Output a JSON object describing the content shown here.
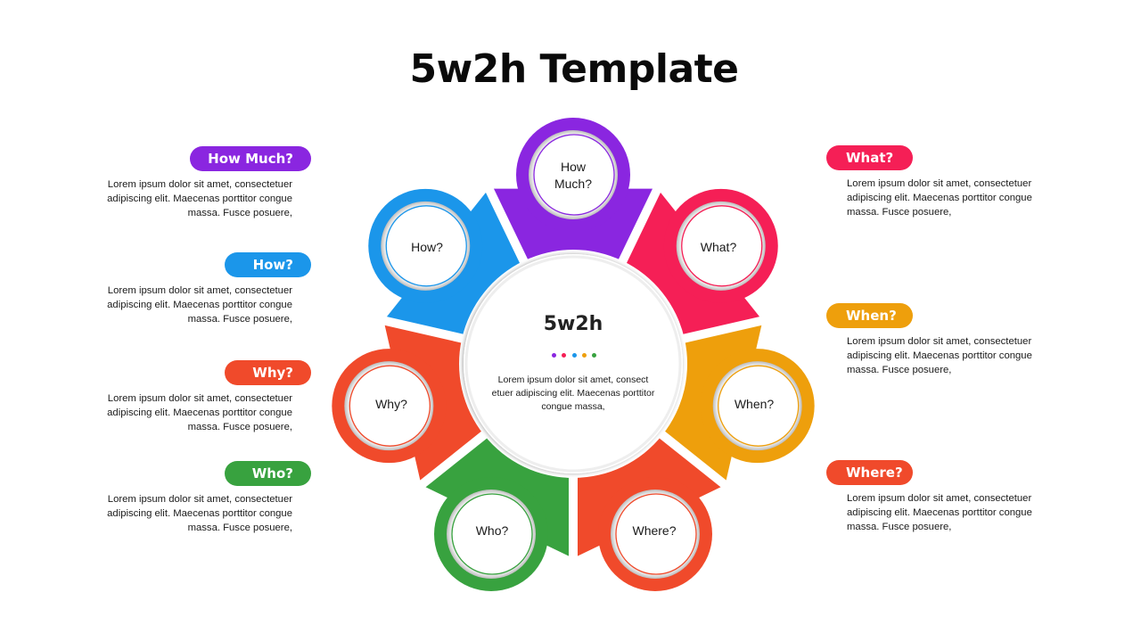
{
  "title": "5w2h Template",
  "colors": {
    "how_much": "#8a26e0",
    "what": "#f51f56",
    "when": "#ee9f0c",
    "where": "#f04a2b",
    "who": "#38a23f",
    "why": "#f04a2b",
    "how": "#1b96ea"
  },
  "center": {
    "title": "5w2h",
    "dots": [
      "#8a26e0",
      "#f51f56",
      "#1b96ea",
      "#ee9f0c",
      "#38a23f"
    ],
    "text": "Lorem ipsum dolor sit amet, consect etuer adipiscing elit. Maecenas porttitor congue massa,"
  },
  "segments": [
    {
      "key": "how_much",
      "label_line1": "How",
      "label_line2": "Much?"
    },
    {
      "key": "what",
      "label": "What?"
    },
    {
      "key": "when",
      "label": "When?"
    },
    {
      "key": "where",
      "label": "Where?"
    },
    {
      "key": "who",
      "label": "Who?"
    },
    {
      "key": "why",
      "label": "Why?"
    },
    {
      "key": "how",
      "label": "How?"
    }
  ],
  "left_items": [
    {
      "heading": "How Much?",
      "text": "Lorem ipsum dolor sit amet, consectetuer adipiscing elit. Maecenas porttitor congue massa. Fusce posuere,"
    },
    {
      "heading": "How?",
      "text": "Lorem ipsum dolor sit amet, consectetuer adipiscing elit. Maecenas porttitor congue massa. Fusce posuere,"
    },
    {
      "heading": "Why?",
      "text": "Lorem ipsum dolor sit amet, consectetuer adipiscing elit. Maecenas porttitor congue massa. Fusce posuere,"
    },
    {
      "heading": "Who?",
      "text": "Lorem ipsum dolor sit amet, consectetuer adipiscing elit. Maecenas porttitor congue massa. Fusce posuere,"
    }
  ],
  "right_items": [
    {
      "heading": "What?",
      "text": "Lorem ipsum dolor sit amet, consectetuer adipiscing elit. Maecenas porttitor congue massa. Fusce posuere,"
    },
    {
      "heading": "When?",
      "text": "Lorem ipsum dolor sit amet, consectetuer adipiscing elit. Maecenas porttitor congue massa. Fusce posuere,"
    },
    {
      "heading": "Where?",
      "text": "Lorem ipsum dolor sit amet, consectetuer adipiscing elit. Maecenas porttitor congue massa. Fusce posuere,"
    }
  ]
}
